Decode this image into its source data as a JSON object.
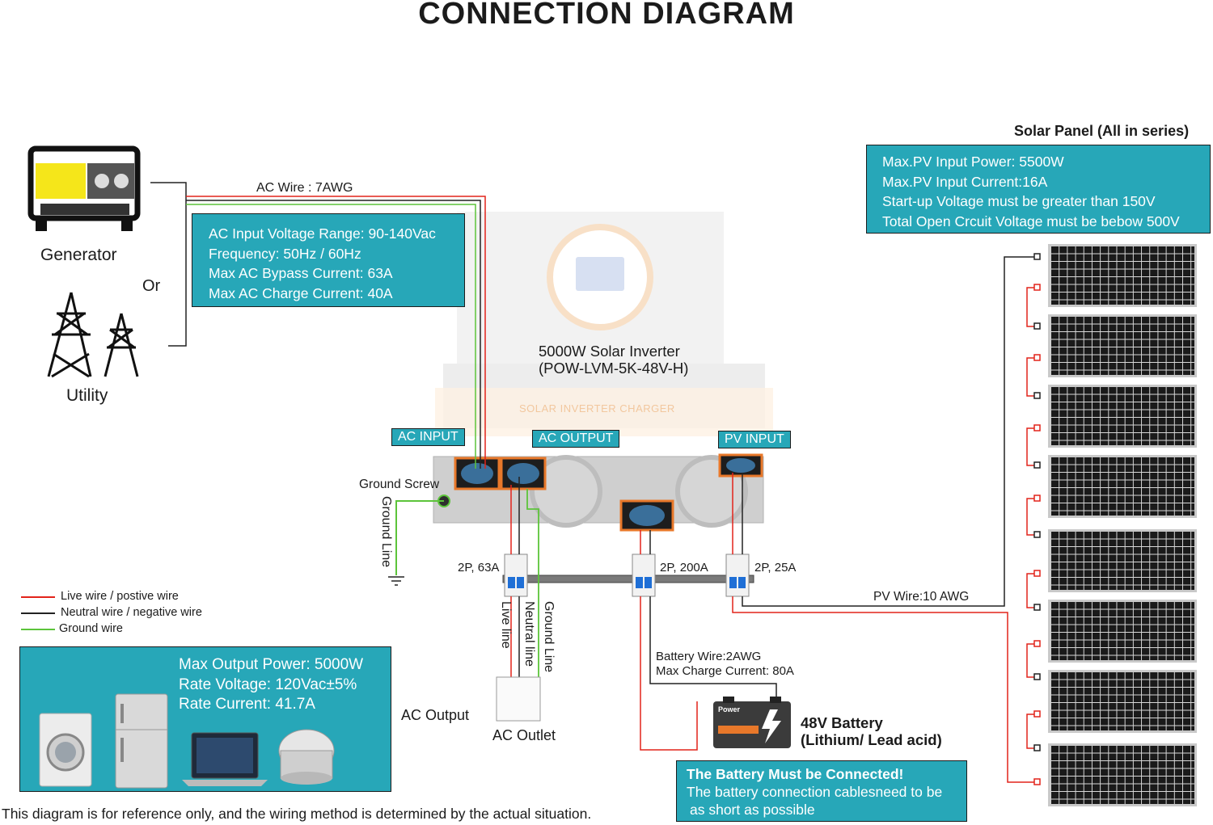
{
  "title": "CONNECTION DIAGRAM",
  "sources": {
    "generator_label": "Generator",
    "or_label": "Or",
    "utility_label": "Utility"
  },
  "ac_wire_label": "AC Wire : 7AWG",
  "ac_input_box": {
    "lines": [
      "AC Input Voltage Range: 90-140Vac",
      "Frequency: 50Hz / 60Hz",
      "Max AC Bypass Current: 63A",
      "Max AC Charge Current: 40A"
    ]
  },
  "inverter": {
    "name_line1": "5000W Solar Inverter",
    "name_line2": "(POW-LVM-5K-48V-H)",
    "faded_caption": "SOLAR INVERTER CHARGER"
  },
  "port_tags": {
    "ac_input": "AC INPUT",
    "ac_output": "AC OUTPUT",
    "pv_input": "PV INPUT"
  },
  "solar_panel": {
    "header": "Solar Panel (All in series)",
    "lines": [
      "Max.PV Input Power: 5500W",
      "Max.PV Input Current:16A",
      "Start-up Voltage must be greater than 150V",
      "Total Open Crcuit Voltage must be bebow 500V"
    ],
    "panel_count": 8
  },
  "ground": {
    "screw_label": "Ground Screw",
    "line_label": "Ground Line"
  },
  "breakers": {
    "ac_breaker": "2P, 63A",
    "battery_breaker": "2P, 200A",
    "pv_breaker": "2P, 25A"
  },
  "pv_wire_label": "PV Wire:10 AWG",
  "outlet_wires": {
    "live": "Live line",
    "neutral": "Neutral line",
    "ground": "Ground Line"
  },
  "ac_output_label": "AC Output",
  "ac_outlet_label": "AC Outlet",
  "battery_wire": {
    "line1": "Battery Wire:2AWG",
    "line2": "Max Charge Current: 80A"
  },
  "battery": {
    "line1": "48V Battery",
    "line2": "(Lithium/ Lead acid)",
    "brand": "Power"
  },
  "battery_note": {
    "line1": "The Battery Must be Connected!",
    "line2": "The battery connection cablesneed to be",
    "line3": "as short as possible"
  },
  "legend": [
    {
      "label": "Live wire / postive wire",
      "color": "#e2231a"
    },
    {
      "label": "Neutral wire  / negative wire",
      "color": "#222222"
    },
    {
      "label": "Ground wire",
      "color": "#5cc43a"
    }
  ],
  "output_box": {
    "lines": [
      "Max Output Power: 5000W",
      "Rate Voltage: 120Vac±5%",
      "Rate Current: 41.7A"
    ]
  },
  "footer": "This diagram is for reference only, and the wiring method is determined by the actual situation.",
  "colors": {
    "accent": "#27a7b8",
    "live": "#e2231a",
    "neutral": "#222222",
    "ground": "#5cc43a",
    "port_orange": "#e8782a"
  }
}
